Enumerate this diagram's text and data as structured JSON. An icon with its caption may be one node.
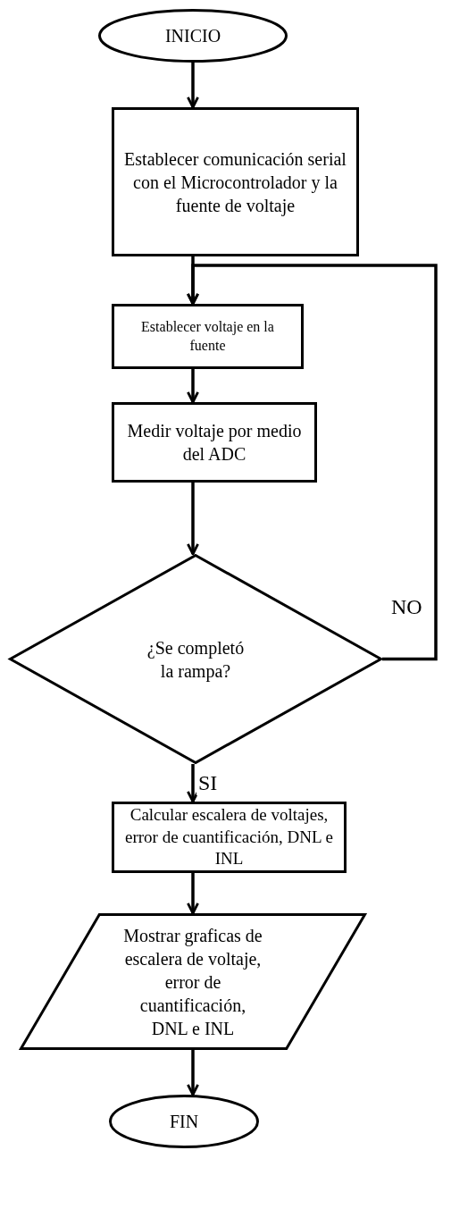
{
  "diagram": {
    "nodes": [
      {
        "text": [
          "INICIO"
        ]
      },
      {
        "text": [
          "Establecer comunicación serial con el Microcontrolador y la fuente de voltaje"
        ]
      },
      {
        "text": [
          "Establecer voltaje en la fuente"
        ]
      },
      {
        "text": [
          "Medir voltaje por medio del ADC"
        ]
      },
      {
        "text": [
          "¿Se completó la rampa?"
        ]
      },
      {
        "text": [
          "Calcular escalera de voltajes, error de cuantificación, DNL e INL"
        ]
      },
      {
        "text": [
          "Mostrar graficas de escalera de voltaje, error de cuantificación, DNL e INL"
        ]
      },
      {
        "text": [
          "FIN"
        ]
      }
    ],
    "edges": [
      {
        "from": 0,
        "to": 1,
        "arrow": "to"
      },
      {
        "from": 1,
        "to": 2,
        "arrow": "to"
      },
      {
        "from": 2,
        "to": 3,
        "arrow": "to"
      },
      {
        "from": 3,
        "to": 4,
        "arrow": "to"
      },
      {
        "from": 4,
        "to": 2,
        "arrow": "to",
        "label": "NO"
      },
      {
        "from": 4,
        "to": 5,
        "arrow": "to",
        "label": "SI"
      },
      {
        "from": 5,
        "to": 6,
        "arrow": "to"
      },
      {
        "from": 6,
        "to": 7,
        "arrow": "to"
      }
    ]
  }
}
